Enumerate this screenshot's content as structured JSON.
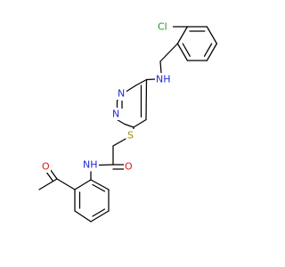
{
  "molecule": {
    "colors": {
      "bond": "#000000",
      "background": "#ffffff",
      "Cl": "#1a9a1a",
      "N": "#1f2bd6",
      "O": "#e0150f",
      "S": "#a08a00"
    },
    "atoms": {
      "cl": "Cl",
      "nh_top": "NH",
      "n_ring_1": "N",
      "n_ring_2": "N",
      "s": "S",
      "o_amide": "O",
      "nh_amide": "NH",
      "o_acetyl": "O"
    }
  }
}
